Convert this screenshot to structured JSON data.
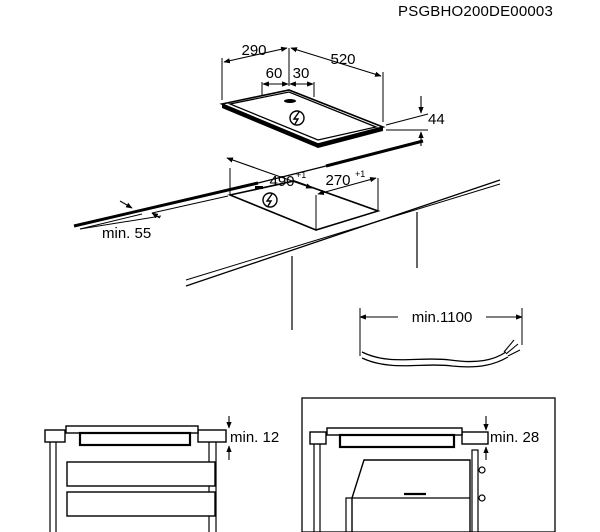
{
  "diagram_code": "PSGBHO200DE00003",
  "dimensions": {
    "hob_depth": "290",
    "hob_width": "520",
    "hob_height": "44",
    "offset_front": "60",
    "offset_symbol": "30",
    "cutout_width": "490",
    "cutout_width_tol": "+1",
    "cutout_depth": "270",
    "cutout_depth_tol": "+1",
    "min_wall_distance": "min. 55",
    "min_cable_length": "min.1100",
    "min_clearance_drawer": "min. 12",
    "min_clearance_oven": "min. 28"
  },
  "symbols": {
    "electric": "lightning-symbol"
  }
}
